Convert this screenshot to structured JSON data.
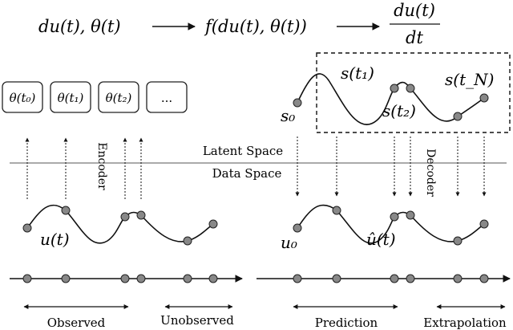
{
  "equation": {
    "input": "du(t), θ(t)",
    "func": "f(du(t), θ(t))",
    "output_num": "du(t)",
    "output_den": "dt"
  },
  "theta_boxes": [
    "θ(t₀)",
    "θ(t₁)",
    "θ(t₂)",
    "..."
  ],
  "latent_labels": {
    "s0": "s₀",
    "s1": "s(t₁)",
    "s2": "s(t₂)",
    "sN": "s(t_N)"
  },
  "space_labels": {
    "latent": "Latent Space",
    "data": "Data Space"
  },
  "module_labels": {
    "encoder": "Encoder",
    "decoder": "Decoder"
  },
  "curve_labels": {
    "u": "u(t)",
    "u0": "u₀",
    "u_hat": "û(t)"
  },
  "range_labels": {
    "observed": "Observed",
    "unobserved": "Unobserved",
    "prediction": "Prediction",
    "extrapolation": "Extrapolation"
  }
}
